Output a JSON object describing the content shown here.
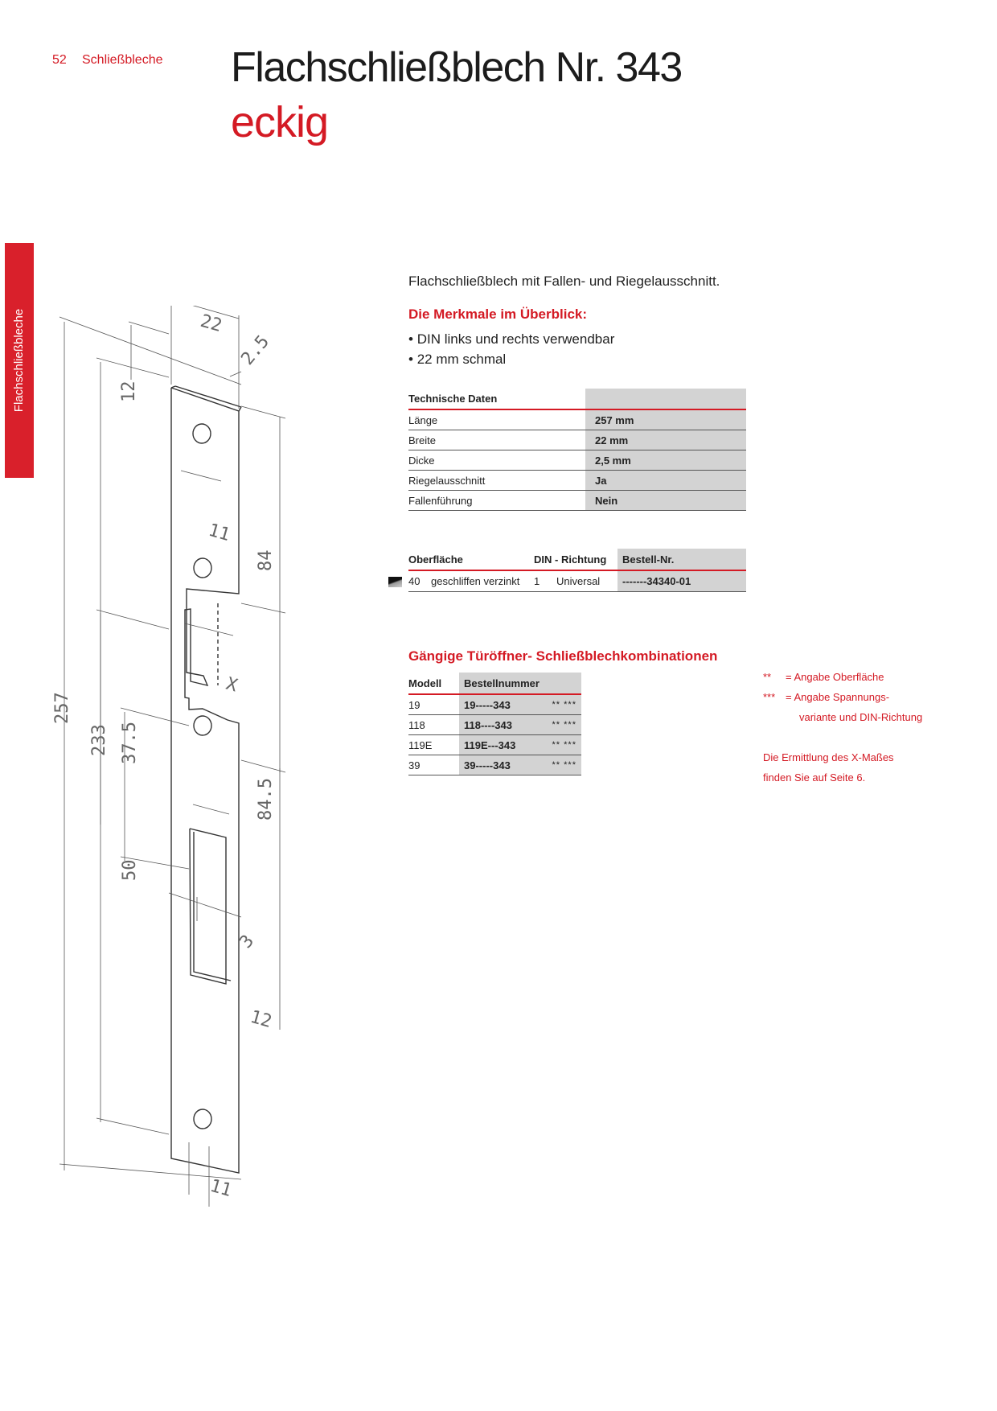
{
  "header": {
    "page_number": "52",
    "section": "Schließbleche",
    "title": "Flachschließblech Nr. 343",
    "subtitle": "eckig"
  },
  "side_tab": "Flachschließbleche",
  "drawing": {
    "dimensions": [
      "22",
      "2.5",
      "12",
      "11",
      "84",
      "X",
      "257",
      "233",
      "37.5",
      "84.5",
      "50",
      "3",
      "12",
      "11"
    ]
  },
  "intro": "Flachschließblech mit Fallen- und Riegelausschnitt.",
  "features": {
    "heading": "Die Merkmale im Überblick:",
    "items": [
      "DIN links und rechts verwendbar",
      "22 mm schmal"
    ]
  },
  "tech_data": {
    "header": "Technische Daten",
    "rows": [
      {
        "label": "Länge",
        "value": "257 mm"
      },
      {
        "label": "Breite",
        "value": "22 mm"
      },
      {
        "label": "Dicke",
        "value": "2,5 mm"
      },
      {
        "label": "Riegelausschnitt",
        "value": "Ja"
      },
      {
        "label": "Fallenführung",
        "value": "Nein"
      }
    ]
  },
  "order": {
    "headers": {
      "surface": "Oberfläche",
      "din": "DIN - Richtung",
      "order_no": "Bestell-Nr."
    },
    "row": {
      "code": "40",
      "surface": "geschliffen verzinkt",
      "din_code": "1",
      "din": "Universal",
      "order_no": "-------34340-01"
    }
  },
  "combinations": {
    "heading": "Gängige Türöffner- Schließblechkombinationen",
    "headers": {
      "model": "Modell",
      "order_no": "Bestellnummer"
    },
    "rows": [
      {
        "model": "19",
        "order_no": "19-----343",
        "suffix": "** ***"
      },
      {
        "model": "118",
        "order_no": "118----343",
        "suffix": "** ***"
      },
      {
        "model": "119E",
        "order_no": "119E---343",
        "suffix": "** ***"
      },
      {
        "model": "39",
        "order_no": "39-----343",
        "suffix": "** ***"
      }
    ]
  },
  "notes": {
    "n1_sym": "**",
    "n1_text": "= Angabe Oberfläche",
    "n2_sym": "***",
    "n2_text": "= Angabe Spannungs-",
    "n3_text": "variante und DIN-Richtung",
    "n4_text": "Die Ermittlung des X-Maßes",
    "n5_text": "finden Sie auf Seite 6."
  }
}
